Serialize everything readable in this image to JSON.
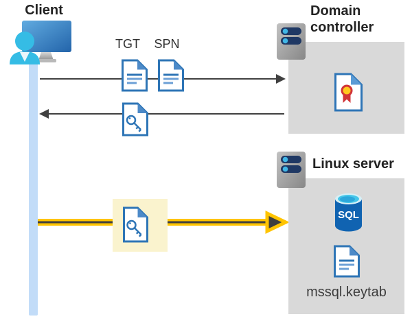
{
  "nodes": {
    "client": {
      "label": "Client"
    },
    "domain_controller": {
      "label": "Domain controller"
    },
    "linux_server": {
      "label": "Linux server",
      "sql_label": "SQL",
      "keytab_label": "mssql.keytab"
    }
  },
  "flows": {
    "request": {
      "tgt_label": "TGT",
      "spn_label": "SPN"
    }
  },
  "icons": {
    "client": "monitor-with-user",
    "servers": "server-rack",
    "tickets": "document",
    "key_ticket": "document-with-key",
    "certificate": "document-with-certificate",
    "database": "sql-database-cylinder",
    "keytab_file": "document"
  },
  "colors": {
    "doc_blue": "#2e75b6",
    "doc_line_light": "#6ca0d6",
    "box_gray": "#d9d9d9",
    "arrow_gray": "#404040",
    "accent_yellow": "#ffc400",
    "highlight_yellow": "#faf3ce",
    "client_line_blue": "#c2dcf8",
    "server_bar_navy": "#1f3864",
    "server_dot_cyan": "#41b6e6",
    "sql_body_blue": "#1063b1",
    "sql_top_cyan": "#45c6e9",
    "cert_red": "#d13438",
    "cert_gold": "#ffc81e",
    "person_cyan": "#35bce5"
  }
}
